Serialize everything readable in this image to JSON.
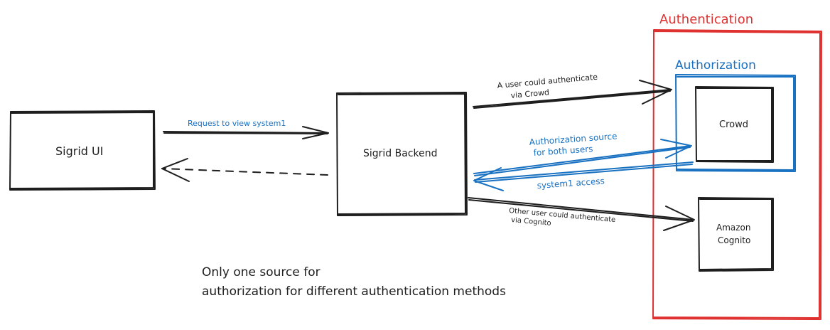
{
  "colors": {
    "ink": "#1e1e1e",
    "blue": "#1971c2",
    "red": "#e03131"
  },
  "nodes": {
    "sigrid_ui": "Sigrid UI",
    "sigrid_backend": "Sigrid Backend",
    "crowd": "Crowd",
    "cognito_line1": "Amazon",
    "cognito_line2": "Cognito"
  },
  "groups": {
    "authentication": "Authentication",
    "authorization": "Authorization"
  },
  "edges": {
    "request": "Request to view system1",
    "crowd_auth_line1": "A user could authenticate",
    "crowd_auth_line2": "via Crowd",
    "authz_source_line1": "Authorization source",
    "authz_source_line2": "for both users",
    "system1_access": "system1 access",
    "cognito_auth_line1": "Other user could authenticate",
    "cognito_auth_line2": "via Cognito"
  },
  "note": {
    "line1": "Only one source for",
    "line2": "authorization for different authentication methods"
  }
}
